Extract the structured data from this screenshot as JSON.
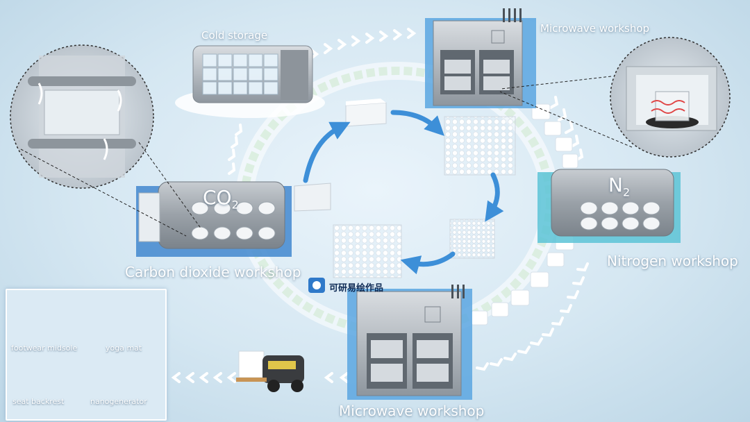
{
  "labels": {
    "cold_storage": "Cold storage",
    "microwave_top": "Microwave workshop",
    "co2_workshop": "Carbon dioxide workshop",
    "nitrogen_workshop": "Nitrogen workshop",
    "microwave_bottom": "Microwave workshop",
    "co2_formula": "CO",
    "co2_sub": "2",
    "n2_formula": "N",
    "n2_sub": "2"
  },
  "applications": [
    {
      "label": "footwear midsole",
      "icon": "shoe-icon"
    },
    {
      "label": "yoga mat",
      "icon": "yoga-icon"
    },
    {
      "label": "seat backrest",
      "icon": "seat-icon"
    },
    {
      "label": "nanogenerator",
      "icon": "nanogenerator-icon"
    }
  ],
  "watermark": {
    "text": "可研易绘作品"
  },
  "colors": {
    "accent_blue": "#3d8fd8",
    "workshop_gray": "#a9b0b8",
    "foam_white": "#ffffff",
    "belt_green": "#b7e0a6"
  }
}
